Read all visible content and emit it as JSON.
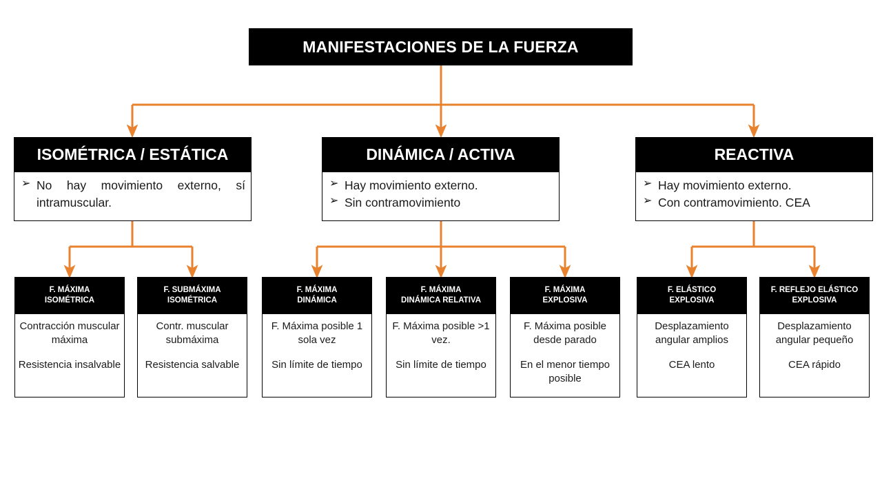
{
  "diagram": {
    "title": "MANIFESTACIONES DE LA FUERZA",
    "accent_color": "#E8822E",
    "header_bg": "#000000",
    "header_text_color": "#FFFFFF",
    "body_bg": "#FFFFFF",
    "body_text_color": "#1A1A1A",
    "bullet_glyph": "➢"
  },
  "root": {
    "label": "MANIFESTACIONES DE LA FUERZA"
  },
  "level2": [
    {
      "title": "ISOMÉTRICA / ESTÁTICA",
      "bullets": [
        "No hay movimiento externo, sí intramuscular."
      ]
    },
    {
      "title": "DINÁMICA / ACTIVA",
      "bullets": [
        "Hay movimiento externo.",
        "Sin contramovimiento"
      ]
    },
    {
      "title": "REACTIVA",
      "bullets": [
        "Hay movimiento externo.",
        "Con contramovimiento. CEA"
      ]
    }
  ],
  "level3": [
    {
      "title_line1": "F. MÁXIMA",
      "title_line2": "ISOMÉTRICA",
      "para1": "Contracción muscular máxima",
      "para2": "Resistencia insalvable"
    },
    {
      "title_line1": "F. SUBMÁXIMA",
      "title_line2": "ISOMÉTRICA",
      "para1": "Contr. muscular submáxima",
      "para2": "Resistencia salvable"
    },
    {
      "title_line1": "F. MÁXIMA",
      "title_line2": "DINÁMICA",
      "para1": "F. Máxima posible 1 sola vez",
      "para2": "Sin límite de tiempo"
    },
    {
      "title_line1": "F. MÁXIMA",
      "title_line2": "DINÁMICA RELATIVA",
      "para1": "F. Máxima posible >1 vez.",
      "para2": "Sin límite de tiempo"
    },
    {
      "title_line1": "F. MÁXIMA",
      "title_line2": "EXPLOSIVA",
      "para1": "F. Máxima posible desde parado",
      "para2": "En el menor tiempo posible"
    },
    {
      "title_line1": "F. ELÁSTICO",
      "title_line2": "EXPLOSIVA",
      "para1": "Desplazamiento angular amplios",
      "para2": "CEA lento"
    },
    {
      "title_line1": "F. REFLEJO ELÁSTICO",
      "title_line2": "EXPLOSIVA",
      "para1": "Desplazamiento angular pequeño",
      "para2": "CEA rápido"
    }
  ]
}
